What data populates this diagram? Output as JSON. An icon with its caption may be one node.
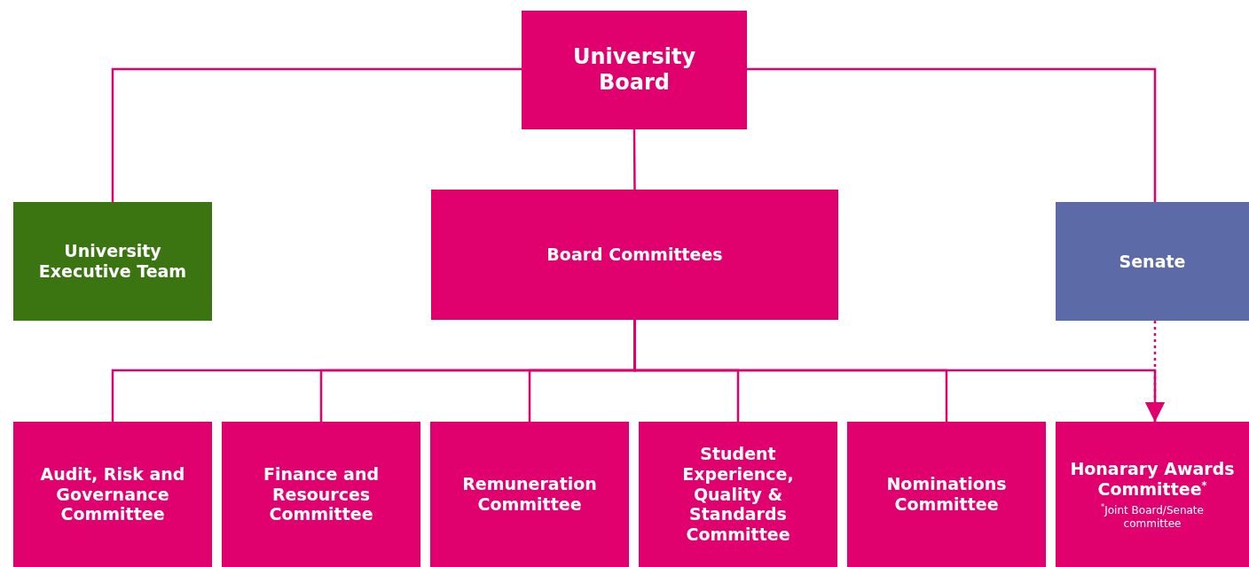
{
  "diagram": {
    "nodes": [
      {
        "text": [
          "University Board"
        ]
      },
      {
        "text": [
          "University Executive Team"
        ]
      },
      {
        "text": [
          "Board Committees"
        ]
      },
      {
        "text": [
          "Senate"
        ]
      },
      {
        "text": [
          "Audit, Risk and Governance Committee"
        ]
      },
      {
        "text": [
          "Finance and Resources Committee"
        ]
      },
      {
        "text": [
          "Remuneration Committee"
        ]
      },
      {
        "text": [
          "Student Experience, Quality & Standards Committee"
        ]
      },
      {
        "text": [
          "Nominations Committee"
        ]
      },
      {
        "text": [
          "Honarary Awards Committee$^{*}$",
          "$^{*}$Joint Board/Senate committee"
        ]
      }
    ],
    "edges": [
      {
        "from": 0,
        "to": 1,
        "arrow": "none"
      },
      {
        "from": 0,
        "to": 2,
        "arrow": "none"
      },
      {
        "from": 0,
        "to": 3,
        "arrow": "none"
      },
      {
        "from": 2,
        "to": 4,
        "arrow": "none"
      },
      {
        "from": 2,
        "to": 5,
        "arrow": "none"
      },
      {
        "from": 2,
        "to": 6,
        "arrow": "none"
      },
      {
        "from": 2,
        "to": 7,
        "arrow": "none"
      },
      {
        "from": 2,
        "to": 8,
        "arrow": "none"
      },
      {
        "from": 2,
        "to": 9,
        "arrow": "to"
      },
      {
        "from": 3,
        "to": 9,
        "arrow": "to",
        "style": "dashed"
      }
    ]
  }
}
